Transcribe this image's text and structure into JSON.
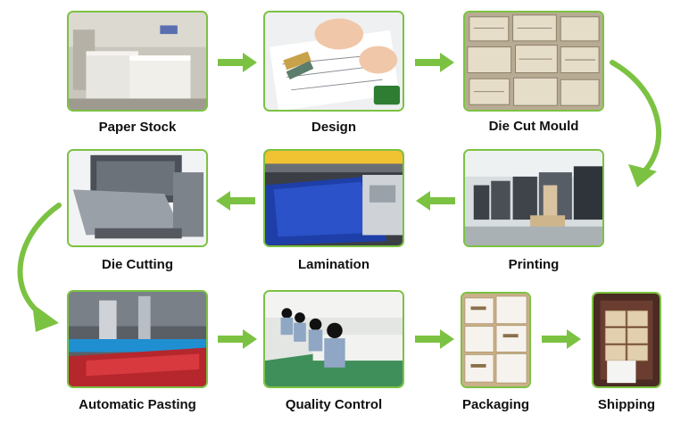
{
  "accent_color": "#7cc242",
  "steps": [
    {
      "label": "Paper Stock",
      "icon": "paper-stock-photo"
    },
    {
      "label": "Design",
      "icon": "design-photo"
    },
    {
      "label": "Die Cut Mould",
      "icon": "die-cut-mould-photo"
    },
    {
      "label": "Printing",
      "icon": "printing-photo"
    },
    {
      "label": "Lamination",
      "icon": "lamination-photo"
    },
    {
      "label": "Die Cutting",
      "icon": "die-cutting-photo"
    },
    {
      "label": "Automatic Pasting",
      "icon": "automatic-pasting-photo"
    },
    {
      "label": "Quality Control",
      "icon": "quality-control-photo"
    },
    {
      "label": "Packaging",
      "icon": "packaging-photo"
    },
    {
      "label": "Shipping",
      "icon": "shipping-photo"
    }
  ]
}
